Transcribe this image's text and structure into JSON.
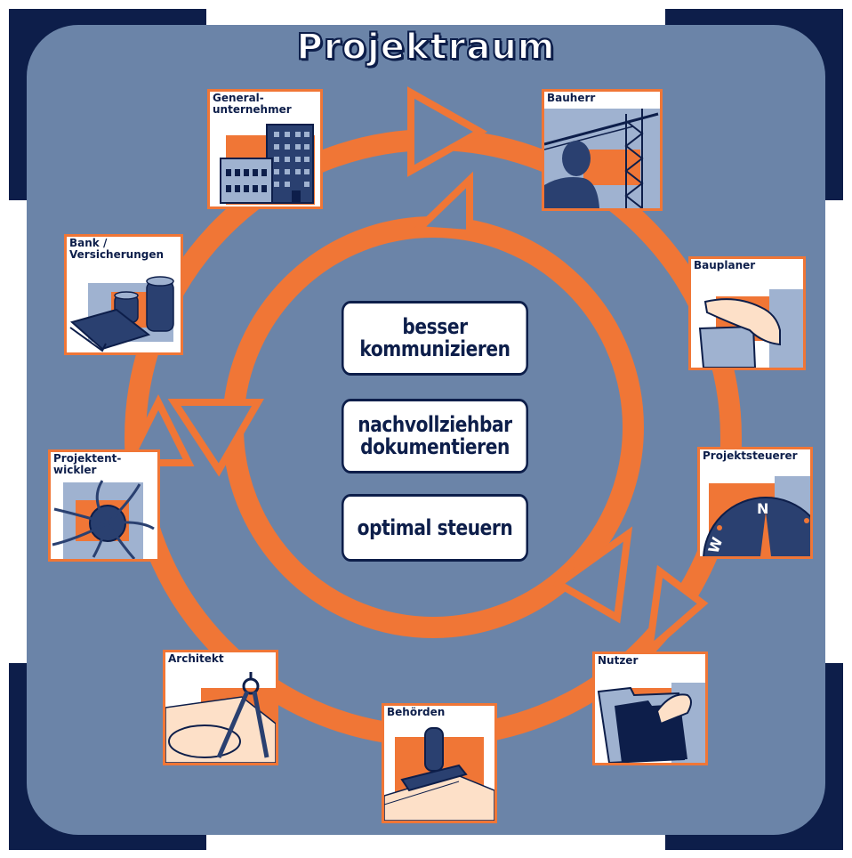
{
  "title": "Projektraum",
  "colors": {
    "frame": "#0d1e4a",
    "panel": "#6b84a8",
    "ring": "#f07636",
    "node_border": "#f07636",
    "text": "#0d1e4a"
  },
  "center_messages": [
    "besser\nkommunizieren",
    "nachvollziehbar\ndokumentieren",
    "optimal steuern"
  ],
  "participants": [
    {
      "label": "General-\nunternehmer",
      "icon": "buildings-icon"
    },
    {
      "label": "Bauherr",
      "icon": "crane-person-icon"
    },
    {
      "label": "Bank /\nVersicherungen",
      "icon": "money-coins-icon"
    },
    {
      "label": "Bauplaner",
      "icon": "pointing-hand-icon"
    },
    {
      "label": "Projektsteuerer",
      "icon": "compass-dial-icon"
    },
    {
      "label": "Projektent-\nwickler",
      "icon": "distribution-hub-icon"
    },
    {
      "label": "Nutzer",
      "icon": "folder-hand-icon"
    },
    {
      "label": "Architekt",
      "icon": "drafting-compass-icon"
    },
    {
      "label": "Behörden",
      "icon": "stamp-icon"
    }
  ]
}
